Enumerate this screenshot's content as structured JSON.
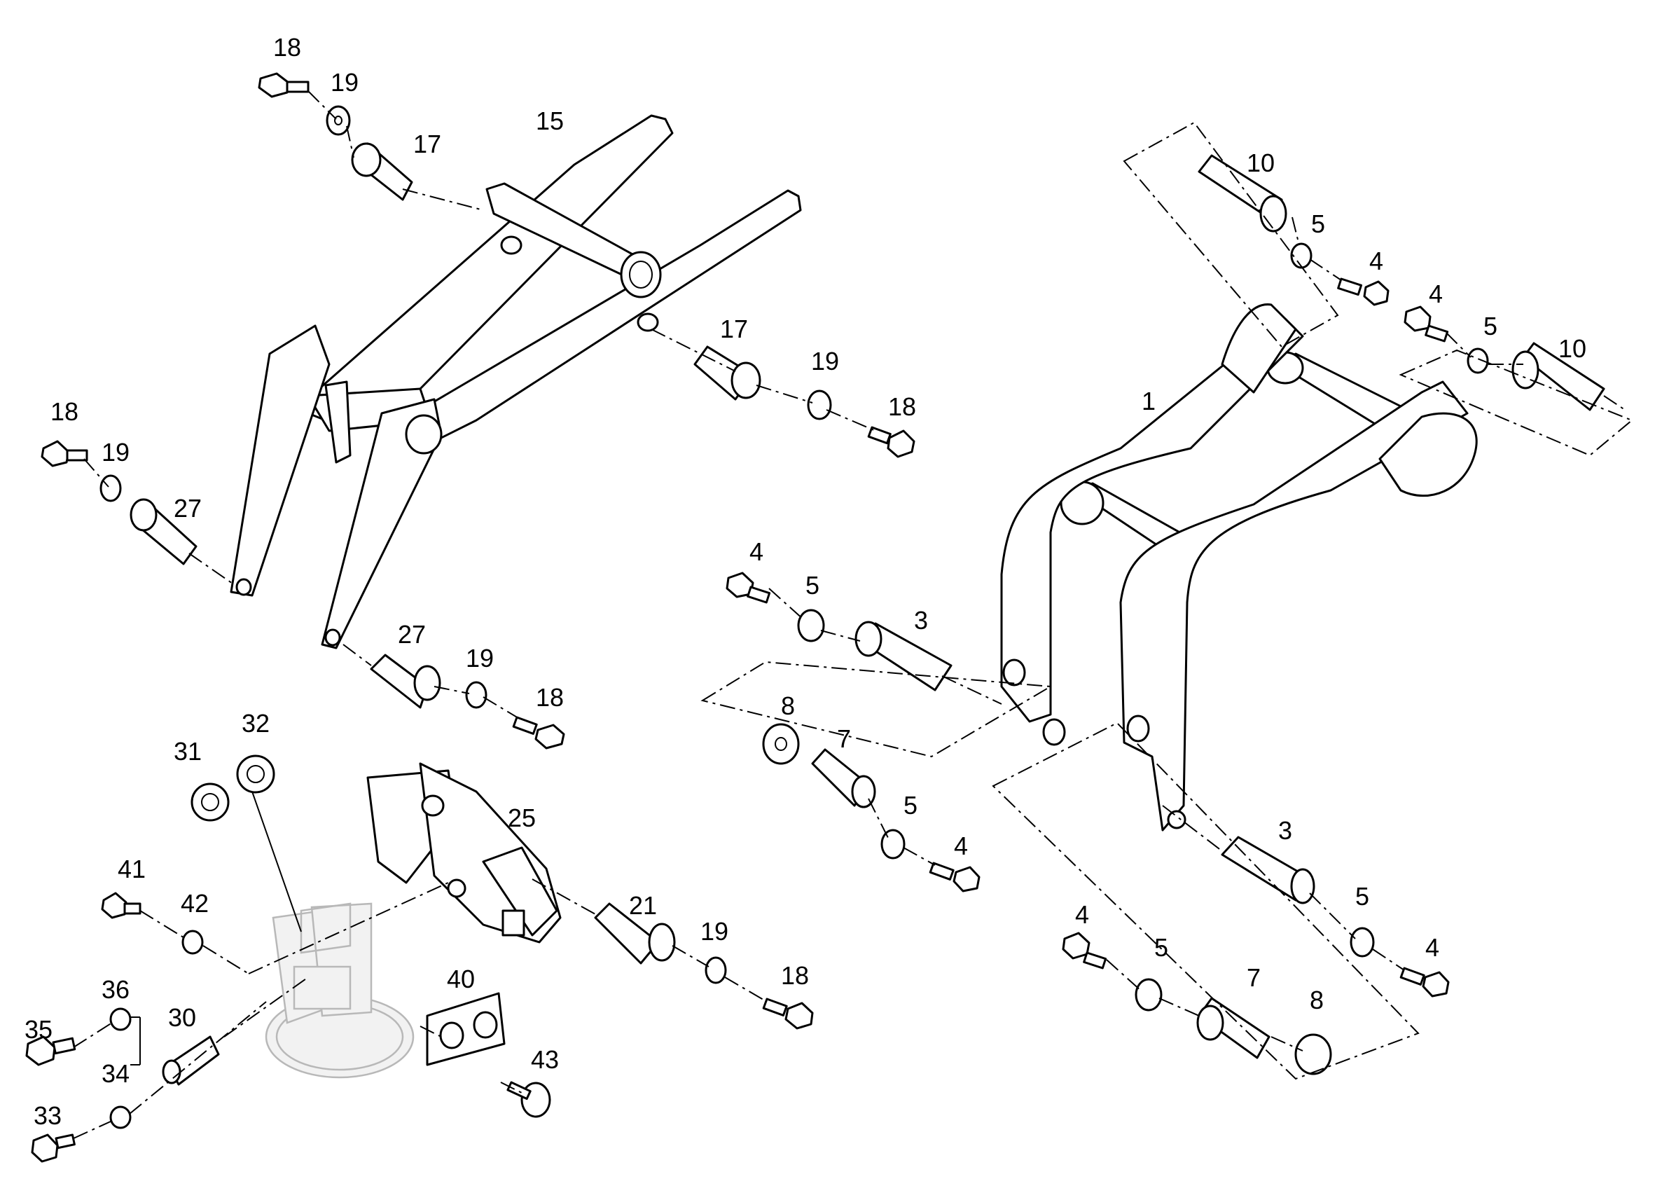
{
  "callouts": [
    {
      "id": "c18a",
      "label": "18"
    },
    {
      "id": "c19a",
      "label": "19"
    },
    {
      "id": "c15",
      "label": "15"
    },
    {
      "id": "c17a",
      "label": "17"
    },
    {
      "id": "c17b",
      "label": "17"
    },
    {
      "id": "c19b",
      "label": "19"
    },
    {
      "id": "c18b",
      "label": "18"
    },
    {
      "id": "c18c",
      "label": "18"
    },
    {
      "id": "c19c",
      "label": "19"
    },
    {
      "id": "c27a",
      "label": "27"
    },
    {
      "id": "c27b",
      "label": "27"
    },
    {
      "id": "c19d",
      "label": "19"
    },
    {
      "id": "c18d",
      "label": "18"
    },
    {
      "id": "c10a",
      "label": "10"
    },
    {
      "id": "c5a",
      "label": "5"
    },
    {
      "id": "c4a",
      "label": "4"
    },
    {
      "id": "c4b",
      "label": "4"
    },
    {
      "id": "c5b",
      "label": "5"
    },
    {
      "id": "c10b",
      "label": "10"
    },
    {
      "id": "c1",
      "label": "1"
    },
    {
      "id": "c4c",
      "label": "4"
    },
    {
      "id": "c5c",
      "label": "5"
    },
    {
      "id": "c3a",
      "label": "3"
    },
    {
      "id": "c8a",
      "label": "8"
    },
    {
      "id": "c7a",
      "label": "7"
    },
    {
      "id": "c5d",
      "label": "5"
    },
    {
      "id": "c4d",
      "label": "4"
    },
    {
      "id": "c3b",
      "label": "3"
    },
    {
      "id": "c5e",
      "label": "5"
    },
    {
      "id": "c4e",
      "label": "4"
    },
    {
      "id": "c4f",
      "label": "4"
    },
    {
      "id": "c5f",
      "label": "5"
    },
    {
      "id": "c7b",
      "label": "7"
    },
    {
      "id": "c8b",
      "label": "8"
    },
    {
      "id": "c31",
      "label": "31"
    },
    {
      "id": "c32",
      "label": "32"
    },
    {
      "id": "c25",
      "label": "25"
    },
    {
      "id": "c41",
      "label": "41"
    },
    {
      "id": "c42",
      "label": "42"
    },
    {
      "id": "c21",
      "label": "21"
    },
    {
      "id": "c19e",
      "label": "19"
    },
    {
      "id": "c18e",
      "label": "18"
    },
    {
      "id": "c40",
      "label": "40"
    },
    {
      "id": "c36",
      "label": "36"
    },
    {
      "id": "c30",
      "label": "30"
    },
    {
      "id": "c35",
      "label": "35"
    },
    {
      "id": "c34",
      "label": "34"
    },
    {
      "id": "c43",
      "label": "43"
    },
    {
      "id": "c33",
      "label": "33"
    }
  ]
}
